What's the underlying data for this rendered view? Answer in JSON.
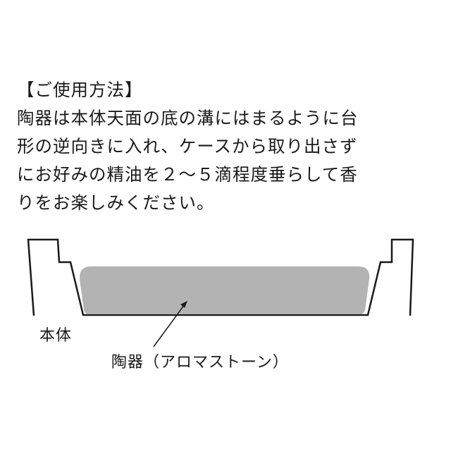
{
  "instructions": {
    "heading": "【ご使用方法】",
    "lines": [
      "陶器は本体天面の底の溝にはまるように台",
      "形の逆向きに入れ、ケースから取り出さず",
      "にお好みの精油を２～５滴程度垂らして香",
      "りをお楽しみください。"
    ]
  },
  "diagram": {
    "labels": {
      "body": "本体",
      "stone": "陶器（アロマストーン）"
    },
    "colors": {
      "outline": "#1a1a1a",
      "stone_fill": "#b3b3b3"
    }
  }
}
